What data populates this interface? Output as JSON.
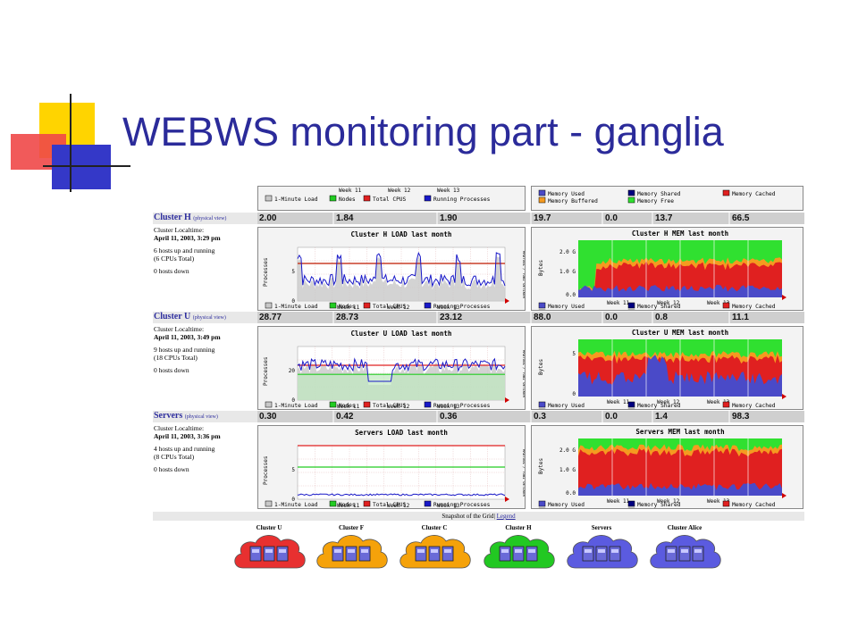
{
  "slide": {
    "title": "WEBWS monitoring part - ganglia"
  },
  "legend_load": [
    "1-Minute Load",
    "Nodes",
    "Total CPUS",
    "Running Processes"
  ],
  "legend_mem": [
    "Memory Used",
    "Memory Shared",
    "Memory Cached",
    "Memory Buffered",
    "Memory Free"
  ],
  "top_partial": {
    "weeks": [
      "Week 11",
      "Week 12",
      "Week 13"
    ]
  },
  "clusters": [
    {
      "name": "Cluster H",
      "physical_view": "(physical view)",
      "metrics": [
        "2.00",
        "1.84",
        "1.90",
        "19.7",
        "0.0",
        "13.7",
        "66.5"
      ],
      "localtime_label": "Cluster Localtime:",
      "localtime": "April 11, 2003, 3:29 pm",
      "hosts_up": "6 hosts up and running",
      "cpus": "(6 CPUs Total)",
      "hosts_down": "0 hosts down",
      "load_title": "Cluster H LOAD last month",
      "mem_title": "Cluster H MEM last month",
      "load_yaxis": [
        "5",
        "0"
      ],
      "mem_yaxis": [
        "2.0 G",
        "1.0 G",
        "0.0"
      ],
      "weeks": [
        "Week 11",
        "Week 12",
        "Week 13"
      ]
    },
    {
      "name": "Cluster U",
      "physical_view": "(physical view)",
      "metrics": [
        "28.77",
        "28.73",
        "23.12",
        "88.0",
        "0.0",
        "0.8",
        "11.1"
      ],
      "localtime_label": "Cluster Localtime:",
      "localtime": "April 11, 2003, 3:49 pm",
      "hosts_up": "9 hosts up and running",
      "cpus": "(18 CPUs Total)",
      "hosts_down": "0 hosts down",
      "load_title": "Cluster U LOAD last month",
      "mem_title": "Cluster U MEM last month",
      "load_yaxis": [
        "20",
        "0"
      ],
      "mem_yaxis": [
        "5",
        "0"
      ],
      "weeks": [
        "Week 11",
        "Week 12",
        "Week 13"
      ]
    },
    {
      "name": "Servers",
      "physical_view": "(physical view)",
      "metrics": [
        "0.30",
        "0.42",
        "0.36",
        "0.3",
        "0.0",
        "1.4",
        "98.3"
      ],
      "localtime_label": "Cluster Localtime:",
      "localtime": "April 11, 2003, 3:36 pm",
      "hosts_up": "4 hosts up and running",
      "cpus": "(8 CPUs Total)",
      "hosts_down": "0 hosts down",
      "load_title": "Servers LOAD last month",
      "mem_title": "Servers MEM last month",
      "load_yaxis": [
        "5",
        "0"
      ],
      "mem_yaxis": [
        "2.0 G",
        "1.0 G",
        "0.0"
      ],
      "weeks": [
        "Week 11",
        "Week 12",
        "Week 13"
      ]
    }
  ],
  "axis": {
    "load_ylabel": "Processes",
    "mem_ylabel": "Bytes",
    "side_label": "RRDTOOL / TOBI OETIKER"
  },
  "snapshot": {
    "text": "Snapshot of the Grid",
    "separator": "|",
    "legend_link": "Legend"
  },
  "grid_clusters": [
    {
      "name": "Cluster U",
      "color": "#e83030"
    },
    {
      "name": "Cluster F",
      "color": "#f5a20a"
    },
    {
      "name": "Cluster C",
      "color": "#f5a20a"
    },
    {
      "name": "Cluster H",
      "color": "#22c822"
    },
    {
      "name": "Servers",
      "color": "#5b5be0"
    },
    {
      "name": "Cluster Alice",
      "color": "#5b5be0"
    }
  ],
  "colors": {
    "load_1min": "#c8c8c8",
    "nodes": "#22cc22",
    "total_cpus": "#e02020",
    "running": "#1818c8",
    "mem_used": "#4a4ac8",
    "mem_shared": "#000080",
    "mem_cached": "#e02020",
    "mem_buffered": "#f59a20",
    "mem_free": "#30e030"
  }
}
